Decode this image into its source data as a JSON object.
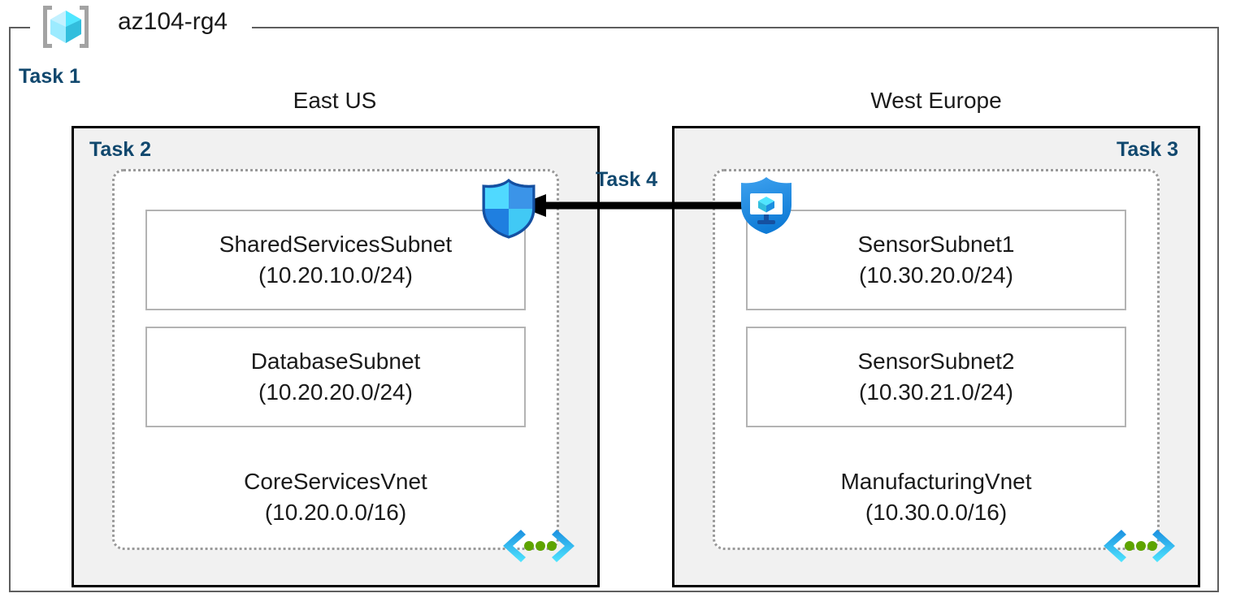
{
  "resource_group": {
    "icon": "resource-group-icon",
    "title": "az104-rg4",
    "task_label": "Task 1"
  },
  "regions": [
    {
      "id": "east-us",
      "label": "East US",
      "task_label": "Task 2",
      "task_align": "left",
      "vnet": {
        "name": "CoreServicesVnet",
        "cidr": "(10.20.0.0/16)",
        "icon": "vnet-icon",
        "subnets": [
          {
            "name": "SharedServicesSubnet",
            "cidr": "(10.20.10.0/24)"
          },
          {
            "name": "DatabaseSubnet",
            "cidr": "(10.20.20.0/24)"
          }
        ]
      }
    },
    {
      "id": "west-europe",
      "label": "West Europe",
      "task_label": "Task 3",
      "task_align": "right",
      "vnet": {
        "name": "ManufacturingVnet",
        "cidr": "(10.30.0.0/16)",
        "icon": "vnet-icon",
        "subnets": [
          {
            "name": "SensorSubnet1",
            "cidr": "(10.30.20.0/24)"
          },
          {
            "name": "SensorSubnet2",
            "cidr": "(10.30.21.0/24)"
          }
        ]
      }
    }
  ],
  "icons": {
    "nsg_east": "network-security-group-icon",
    "asg_west": "application-security-group-icon",
    "peering_arrow": "arrow-left-icon"
  },
  "connection": {
    "task_label": "Task 4",
    "direction": "right-to-left"
  },
  "colors": {
    "task_label": "#11486e",
    "region_fill": "#f1f1f1",
    "region_border": "#000000",
    "vnet_border": "#9a9a9a",
    "subnet_border": "#b3b3b3",
    "rg_border": "#5e5e5e",
    "azure_blue": "#0078d4",
    "azure_cyan": "#50e6ff",
    "vnet_dot_green": "#5ea400"
  }
}
